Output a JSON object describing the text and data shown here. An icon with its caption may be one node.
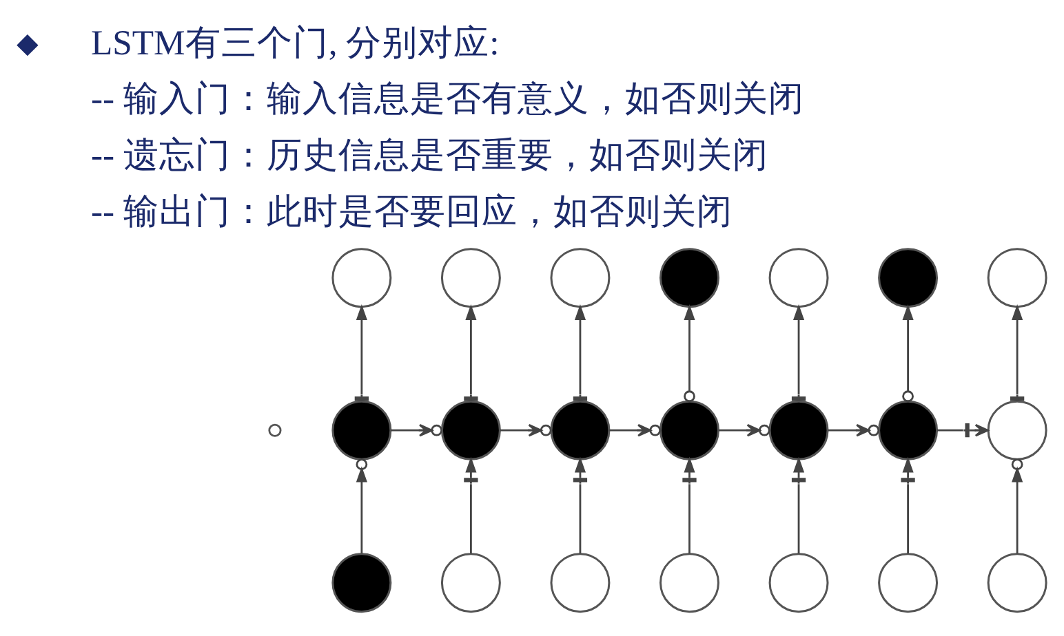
{
  "diagram": {
    "nodes": [
      {
        "text": [],
        "shape": "circle"
      },
      {
        "text": [],
        "shape": "circle"
      },
      {
        "text": [],
        "shape": "circle"
      },
      {
        "text": [],
        "shape": "circle"
      },
      {
        "text": [],
        "shape": "circle"
      },
      {
        "text": [],
        "shape": "circle"
      },
      {
        "text": [],
        "shape": "circle"
      },
      {
        "text": [],
        "shape": "circle"
      },
      {
        "text": [],
        "shape": "circle"
      },
      {
        "text": [],
        "shape": "circle"
      },
      {
        "text": [],
        "shape": "circle"
      },
      {
        "text": [],
        "shape": "circle"
      },
      {
        "text": [],
        "shape": "circle"
      },
      {
        "text": [],
        "shape": "circle"
      },
      {
        "text": [],
        "shape": "circle"
      },
      {
        "text": [],
        "shape": "circle"
      },
      {
        "text": [],
        "shape": "circle"
      },
      {
        "text": [],
        "shape": "circle"
      },
      {
        "text": [],
        "shape": "circle"
      },
      {
        "text": [],
        "shape": "circle"
      },
      {
        "text": [],
        "shape": "circle"
      }
    ],
    "edges": [
      {
        "from": 7,
        "to": 0,
        "arrow": "to"
      },
      {
        "from": 8,
        "to": 1,
        "arrow": "to"
      },
      {
        "from": 9,
        "to": 2,
        "arrow": "to"
      },
      {
        "from": 10,
        "to": 3,
        "arrow": "to"
      },
      {
        "from": 11,
        "to": 4,
        "arrow": "to"
      },
      {
        "from": 12,
        "to": 5,
        "arrow": "to"
      },
      {
        "from": 13,
        "to": 6,
        "arrow": "to"
      },
      {
        "from": 7,
        "to": 8,
        "arrow": "to"
      },
      {
        "from": 8,
        "to": 9,
        "arrow": "to"
      },
      {
        "from": 9,
        "to": 10,
        "arrow": "to"
      },
      {
        "from": 10,
        "to": 11,
        "arrow": "to"
      },
      {
        "from": 11,
        "to": 12,
        "arrow": "to"
      },
      {
        "from": 12,
        "to": 13,
        "arrow": "to"
      },
      {
        "from": 14,
        "to": 7,
        "arrow": "to"
      },
      {
        "from": 15,
        "to": 8,
        "arrow": "to"
      },
      {
        "from": 16,
        "to": 9,
        "arrow": "to"
      },
      {
        "from": 17,
        "to": 10,
        "arrow": "to"
      },
      {
        "from": 18,
        "to": 11,
        "arrow": "to"
      },
      {
        "from": 19,
        "to": 12,
        "arrow": "to"
      },
      {
        "from": 20,
        "to": 13,
        "arrow": "to"
      }
    ],
    "labels": [
      "LSTM有三个门, 分别对应:",
      "-- 输入门：输入信息是否有意义，如否则关闭",
      "-- 遗忘门：历史信息是否重要，如否则关闭",
      "-- 输出门：此时是否要回应，如否则关闭"
    ]
  }
}
